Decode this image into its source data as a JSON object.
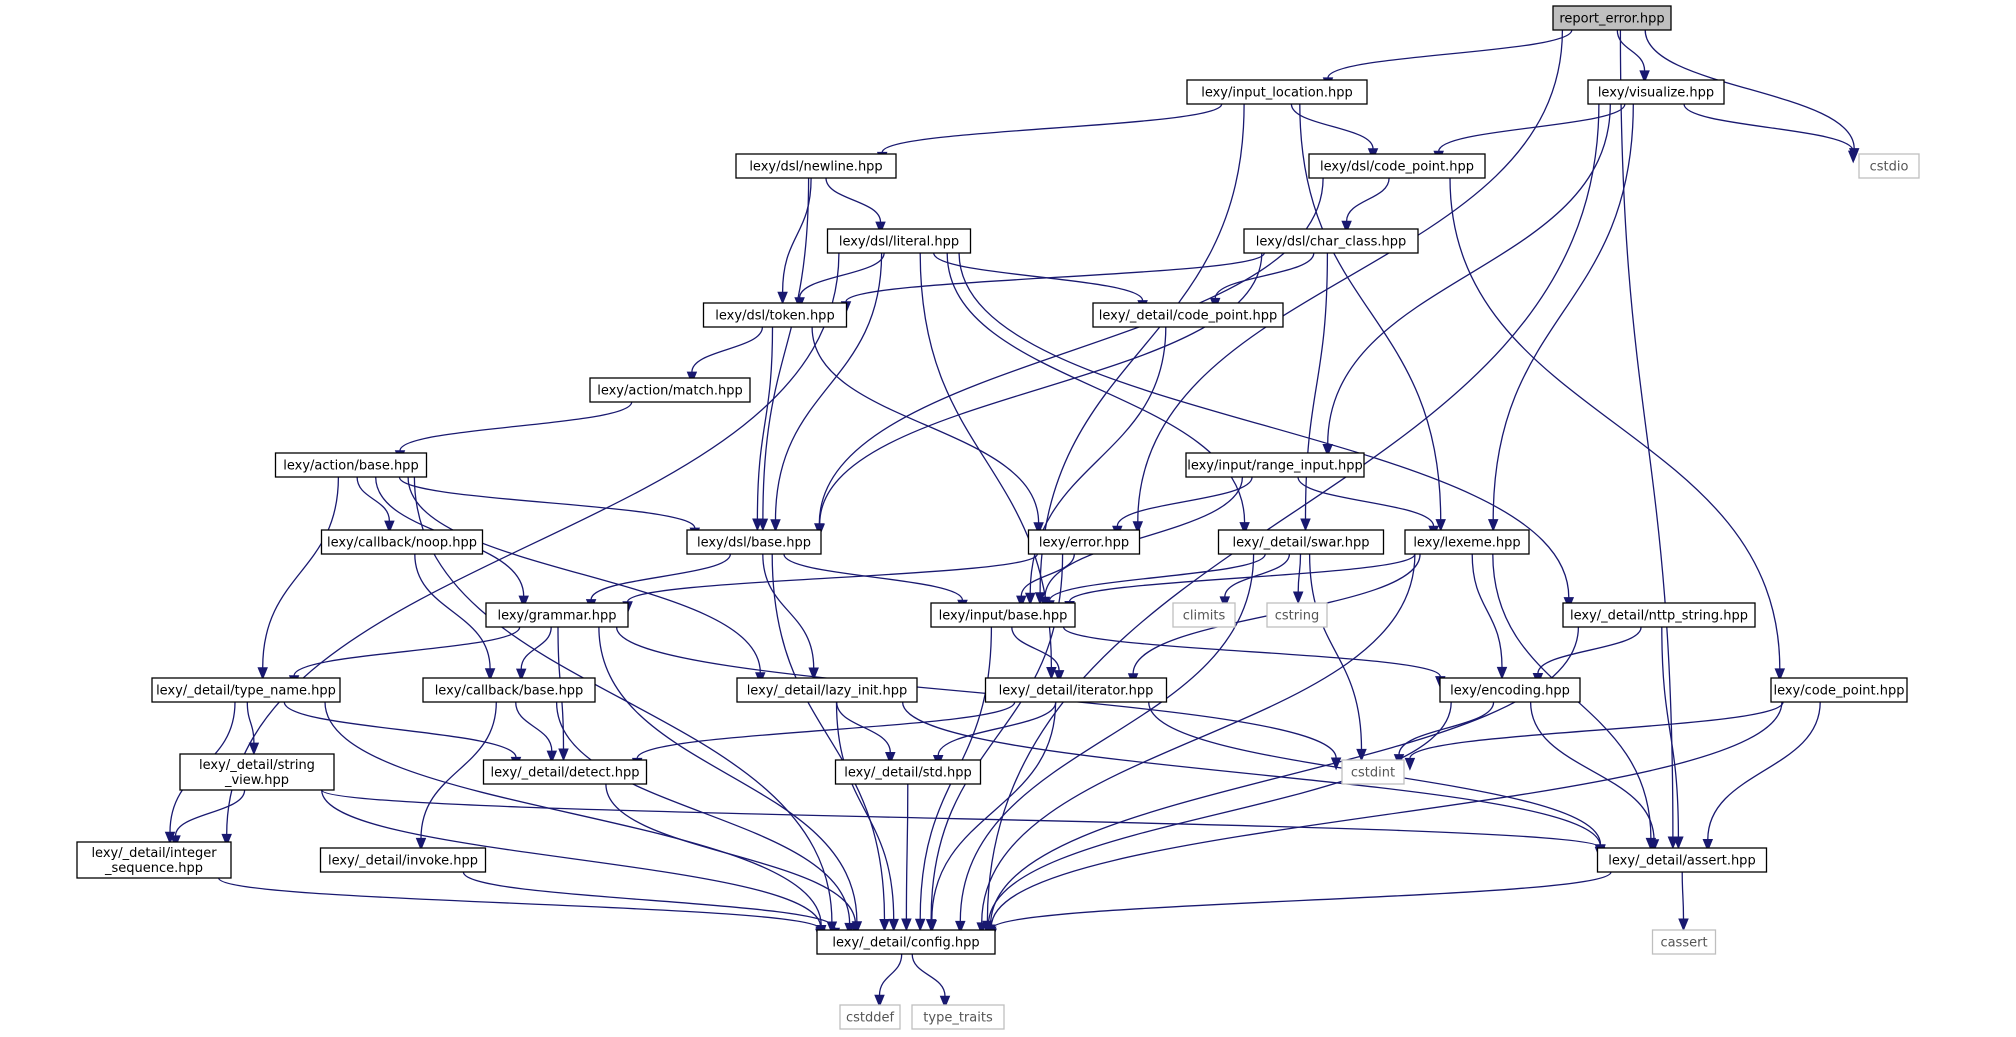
{
  "nodes": [
    {
      "id": "report_error",
      "label": "report_error.hpp",
      "kind": "root"
    },
    {
      "id": "input_location",
      "label": "lexy/input_location.hpp"
    },
    {
      "id": "visualize",
      "label": "lexy/visualize.hpp"
    },
    {
      "id": "cstdio",
      "label": "cstdio",
      "kind": "system"
    },
    {
      "id": "dsl_newline",
      "label": "lexy/dsl/newline.hpp"
    },
    {
      "id": "dsl_code_point",
      "label": "lexy/dsl/code_point.hpp"
    },
    {
      "id": "dsl_literal",
      "label": "lexy/dsl/literal.hpp"
    },
    {
      "id": "dsl_char_class",
      "label": "lexy/dsl/char_class.hpp"
    },
    {
      "id": "dsl_token",
      "label": "lexy/dsl/token.hpp"
    },
    {
      "id": "detail_code_point",
      "label": "lexy/_detail/code_point.hpp"
    },
    {
      "id": "action_match",
      "label": "lexy/action/match.hpp"
    },
    {
      "id": "action_base",
      "label": "lexy/action/base.hpp"
    },
    {
      "id": "range_input",
      "label": "lexy/input/range_input.hpp"
    },
    {
      "id": "callback_noop",
      "label": "lexy/callback/noop.hpp"
    },
    {
      "id": "dsl_base",
      "label": "lexy/dsl/base.hpp"
    },
    {
      "id": "error",
      "label": "lexy/error.hpp"
    },
    {
      "id": "swar",
      "label": "lexy/_detail/swar.hpp"
    },
    {
      "id": "lexeme",
      "label": "lexy/lexeme.hpp"
    },
    {
      "id": "grammar",
      "label": "lexy/grammar.hpp"
    },
    {
      "id": "input_base",
      "label": "lexy/input/base.hpp"
    },
    {
      "id": "climits",
      "label": "climits",
      "kind": "system"
    },
    {
      "id": "cstring",
      "label": "cstring",
      "kind": "system"
    },
    {
      "id": "nttp_string",
      "label": "lexy/_detail/nttp_string.hpp"
    },
    {
      "id": "type_name",
      "label": "lexy/_detail/type_name.hpp"
    },
    {
      "id": "callback_base",
      "label": "lexy/callback/base.hpp"
    },
    {
      "id": "lazy_init",
      "label": "lexy/_detail/lazy_init.hpp"
    },
    {
      "id": "iterator",
      "label": "lexy/_detail/iterator.hpp"
    },
    {
      "id": "encoding",
      "label": "lexy/encoding.hpp"
    },
    {
      "id": "code_point",
      "label": "lexy/code_point.hpp"
    },
    {
      "id": "string_view",
      "label": [
        "lexy/_detail/string",
        "_view.hpp"
      ]
    },
    {
      "id": "detect",
      "label": "lexy/_detail/detect.hpp"
    },
    {
      "id": "std",
      "label": "lexy/_detail/std.hpp"
    },
    {
      "id": "cstdint",
      "label": "cstdint",
      "kind": "system"
    },
    {
      "id": "integer_sequence",
      "label": [
        "lexy/_detail/integer",
        "_sequence.hpp"
      ]
    },
    {
      "id": "invoke",
      "label": "lexy/_detail/invoke.hpp"
    },
    {
      "id": "assert",
      "label": "lexy/_detail/assert.hpp"
    },
    {
      "id": "config",
      "label": "lexy/_detail/config.hpp"
    },
    {
      "id": "cassert",
      "label": "cassert",
      "kind": "system"
    },
    {
      "id": "cstddef",
      "label": "cstddef",
      "kind": "system"
    },
    {
      "id": "type_traits",
      "label": "type_traits",
      "kind": "system"
    }
  ],
  "edges": [
    [
      "report_error",
      "input_location"
    ],
    [
      "report_error",
      "visualize"
    ],
    [
      "report_error",
      "cstdio"
    ],
    [
      "report_error",
      "error"
    ],
    [
      "report_error",
      "assert"
    ],
    [
      "input_location",
      "dsl_newline"
    ],
    [
      "input_location",
      "dsl_code_point"
    ],
    [
      "input_location",
      "input_base"
    ],
    [
      "input_location",
      "lexeme"
    ],
    [
      "visualize",
      "dsl_code_point"
    ],
    [
      "visualize",
      "cstdio"
    ],
    [
      "visualize",
      "range_input"
    ],
    [
      "visualize",
      "lexeme"
    ],
    [
      "visualize",
      "config"
    ],
    [
      "dsl_newline",
      "dsl_literal"
    ],
    [
      "dsl_newline",
      "dsl_token"
    ],
    [
      "dsl_newline",
      "dsl_base"
    ],
    [
      "dsl_code_point",
      "dsl_char_class"
    ],
    [
      "dsl_code_point",
      "dsl_base"
    ],
    [
      "dsl_code_point",
      "code_point"
    ],
    [
      "dsl_literal",
      "dsl_token"
    ],
    [
      "dsl_literal",
      "detail_code_point"
    ],
    [
      "dsl_literal",
      "dsl_base"
    ],
    [
      "dsl_literal",
      "iterator"
    ],
    [
      "dsl_literal",
      "swar"
    ],
    [
      "dsl_literal",
      "nttp_string"
    ],
    [
      "dsl_literal",
      "integer_sequence"
    ],
    [
      "dsl_char_class",
      "dsl_token"
    ],
    [
      "dsl_char_class",
      "detail_code_point"
    ],
    [
      "dsl_char_class",
      "dsl_base"
    ],
    [
      "dsl_char_class",
      "swar"
    ],
    [
      "dsl_token",
      "action_match"
    ],
    [
      "dsl_token",
      "dsl_base"
    ],
    [
      "dsl_token",
      "error"
    ],
    [
      "detail_code_point",
      "input_base"
    ],
    [
      "action_match",
      "action_base"
    ],
    [
      "action_base",
      "dsl_base"
    ],
    [
      "action_base",
      "callback_noop"
    ],
    [
      "action_base",
      "grammar"
    ],
    [
      "action_base",
      "lazy_init"
    ],
    [
      "action_base",
      "type_name"
    ],
    [
      "action_base",
      "config"
    ],
    [
      "range_input",
      "error"
    ],
    [
      "range_input",
      "input_base"
    ],
    [
      "range_input",
      "lexeme"
    ],
    [
      "callback_noop",
      "callback_base"
    ],
    [
      "dsl_base",
      "grammar"
    ],
    [
      "dsl_base",
      "input_base"
    ],
    [
      "dsl_base",
      "lazy_init"
    ],
    [
      "dsl_base",
      "config"
    ],
    [
      "error",
      "grammar"
    ],
    [
      "error",
      "input_base"
    ],
    [
      "error",
      "config"
    ],
    [
      "swar",
      "input_base"
    ],
    [
      "swar",
      "climits"
    ],
    [
      "swar",
      "cstring"
    ],
    [
      "swar",
      "cstdint"
    ],
    [
      "swar",
      "config"
    ],
    [
      "lexeme",
      "input_base"
    ],
    [
      "lexeme",
      "iterator"
    ],
    [
      "lexeme",
      "encoding"
    ],
    [
      "lexeme",
      "assert"
    ],
    [
      "lexeme",
      "config"
    ],
    [
      "grammar",
      "type_name"
    ],
    [
      "grammar",
      "callback_base"
    ],
    [
      "grammar",
      "detect"
    ],
    [
      "grammar",
      "cstdint"
    ],
    [
      "grammar",
      "config"
    ],
    [
      "input_base",
      "iterator"
    ],
    [
      "input_base",
      "encoding"
    ],
    [
      "input_base",
      "config"
    ],
    [
      "nttp_string",
      "encoding"
    ],
    [
      "nttp_string",
      "assert"
    ],
    [
      "nttp_string",
      "config"
    ],
    [
      "type_name",
      "string_view"
    ],
    [
      "type_name",
      "integer_sequence"
    ],
    [
      "type_name",
      "detect"
    ],
    [
      "type_name",
      "config"
    ],
    [
      "callback_base",
      "detect"
    ],
    [
      "callback_base",
      "invoke"
    ],
    [
      "callback_base",
      "config"
    ],
    [
      "lazy_init",
      "std"
    ],
    [
      "lazy_init",
      "assert"
    ],
    [
      "lazy_init",
      "config"
    ],
    [
      "iterator",
      "detect"
    ],
    [
      "iterator",
      "std"
    ],
    [
      "iterator",
      "assert"
    ],
    [
      "iterator",
      "config"
    ],
    [
      "encoding",
      "cstdint"
    ],
    [
      "encoding",
      "assert"
    ],
    [
      "encoding",
      "config"
    ],
    [
      "code_point",
      "cstdint"
    ],
    [
      "code_point",
      "assert"
    ],
    [
      "code_point",
      "config"
    ],
    [
      "string_view",
      "integer_sequence"
    ],
    [
      "string_view",
      "assert"
    ],
    [
      "string_view",
      "config"
    ],
    [
      "detect",
      "config"
    ],
    [
      "std",
      "config"
    ],
    [
      "integer_sequence",
      "config"
    ],
    [
      "invoke",
      "config"
    ],
    [
      "assert",
      "cassert"
    ],
    [
      "assert",
      "config"
    ],
    [
      "config",
      "cstddef"
    ],
    [
      "config",
      "type_traits"
    ]
  ]
}
